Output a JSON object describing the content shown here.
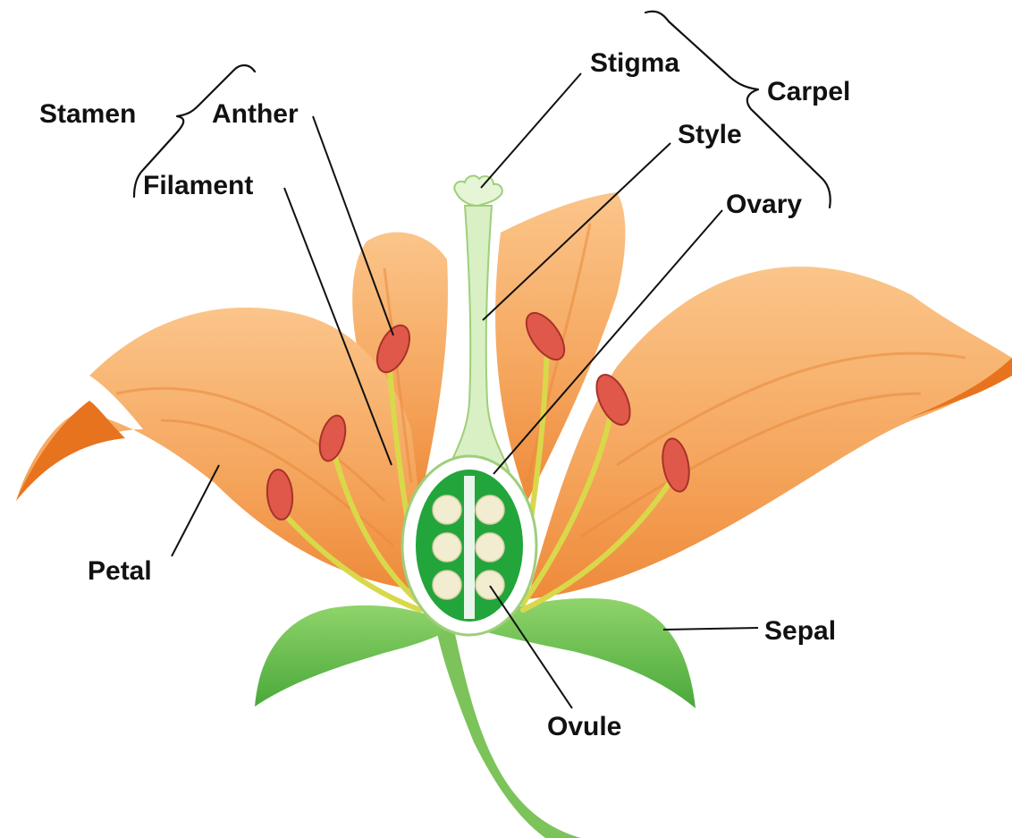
{
  "labels": {
    "stamen": "Stamen",
    "anther": "Anther",
    "filament": "Filament",
    "stigma": "Stigma",
    "carpel": "Carpel",
    "style": "Style",
    "ovary": "Ovary",
    "petal": "Petal",
    "sepal": "Sepal",
    "ovule": "Ovule"
  },
  "colors": {
    "petal": "#f5a55c",
    "petal_light": "#fbc58a",
    "petal_dark": "#e8731f",
    "sepal": "#6cc24a",
    "sepal_dark": "#3f9a2e",
    "stem": "#7cc35a",
    "pistil": "#d9efc4",
    "ovary_fill": "#22a53a",
    "ovule": "#f2ecd0",
    "anther": "#e0584a",
    "filament": "#d9d84a"
  }
}
